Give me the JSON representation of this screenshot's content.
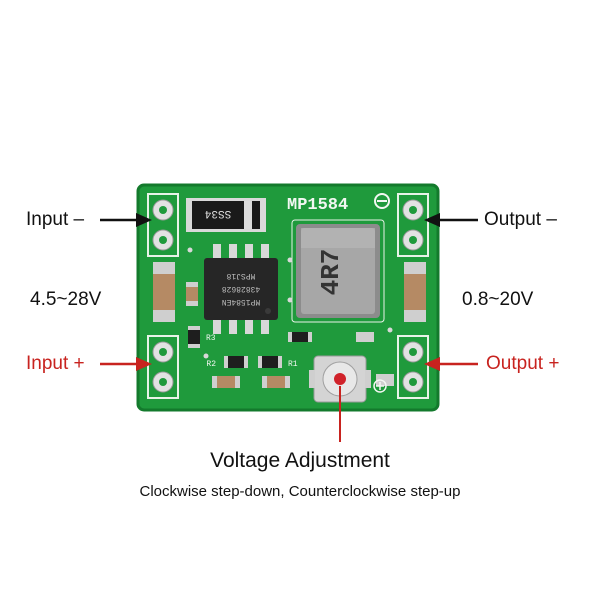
{
  "labels": {
    "input_minus": "Input –",
    "output_minus": "Output –",
    "input_range": "4.5~28V",
    "output_range": "0.8~20V",
    "input_plus": "Input +",
    "output_plus": "Output +"
  },
  "caption": {
    "title": "Voltage Adjustment",
    "subtitle": "Clockwise step-down, Counterclockwise step-up"
  },
  "board": {
    "model_marking": "MP1584",
    "diode_marking": "SS34",
    "inductor_marking": "4R7",
    "ic_marking_lines": [
      "MP1584EN",
      "43828628",
      "MPSJ18"
    ],
    "resistor_markings": [
      "R2",
      "R3",
      "R1"
    ],
    "colors": {
      "pcb": "#1f9a3c",
      "pcb_edge": "#137a2c",
      "pad": "#e2e2e2",
      "arrow_black": "#111111",
      "arrow_red": "#c8231f"
    }
  },
  "icons": {
    "minus_symbol": "circle-minus-icon",
    "plus_symbol": "circle-plus-icon",
    "potentiometer": "trimmer-knob-icon"
  }
}
